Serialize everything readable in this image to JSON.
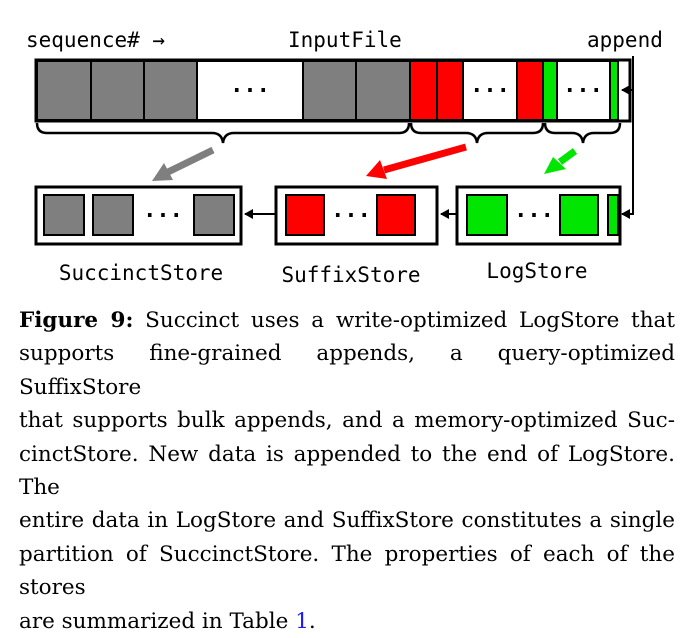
{
  "figure": {
    "sequence_label": "sequence# →",
    "inputfile_label": "InputFile",
    "append_label": "append",
    "store_labels": {
      "succinct": "SuccinctStore",
      "suffix": "SuffixStore",
      "log": "LogStore"
    },
    "ellipsis": "···",
    "colors": {
      "succinct": "#7f7f7f",
      "suffix": "#ff0000",
      "log": "#00e600"
    }
  },
  "caption": {
    "label": "Figure 9:",
    "lines": [
      "Succinct uses a write-optimized LogStore that",
      "supports fine-grained appends, a query-optimized SuffixStore",
      "that supports bulk appends, and a memory-optimized Suc-",
      "cinctStore. New data is appended to the end of LogStore. The",
      "entire data in LogStore and SuffixStore constitutes a single",
      "partition of SuccinctStore. The properties of each of the stores",
      "are summarized in Table "
    ],
    "table_ref": "1",
    "end": "."
  }
}
